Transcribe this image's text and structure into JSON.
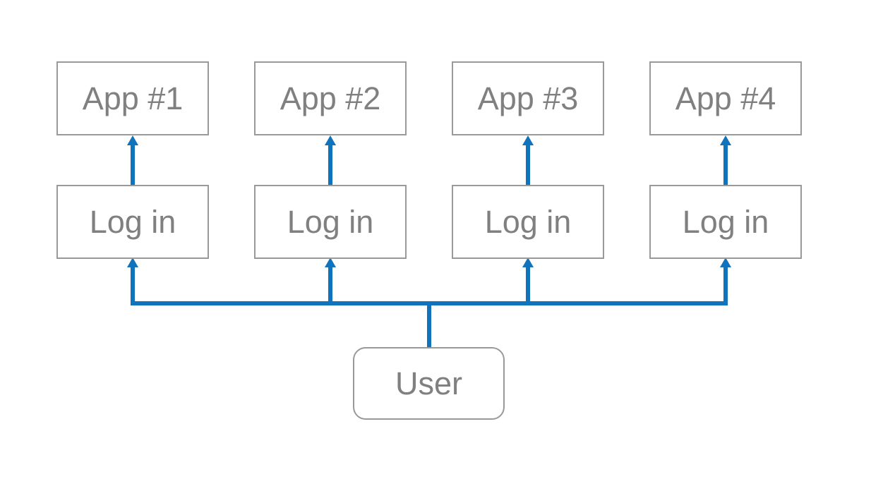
{
  "colors": {
    "connector": "#1173bb",
    "border": "#999999",
    "text": "#808080",
    "background": "#ffffff"
  },
  "diagram": {
    "app_labels": [
      "App #1",
      "App #2",
      "App #3",
      "App #4"
    ],
    "login_labels": [
      "Log in",
      "Log in",
      "Log in",
      "Log in"
    ],
    "user_label": "User"
  }
}
